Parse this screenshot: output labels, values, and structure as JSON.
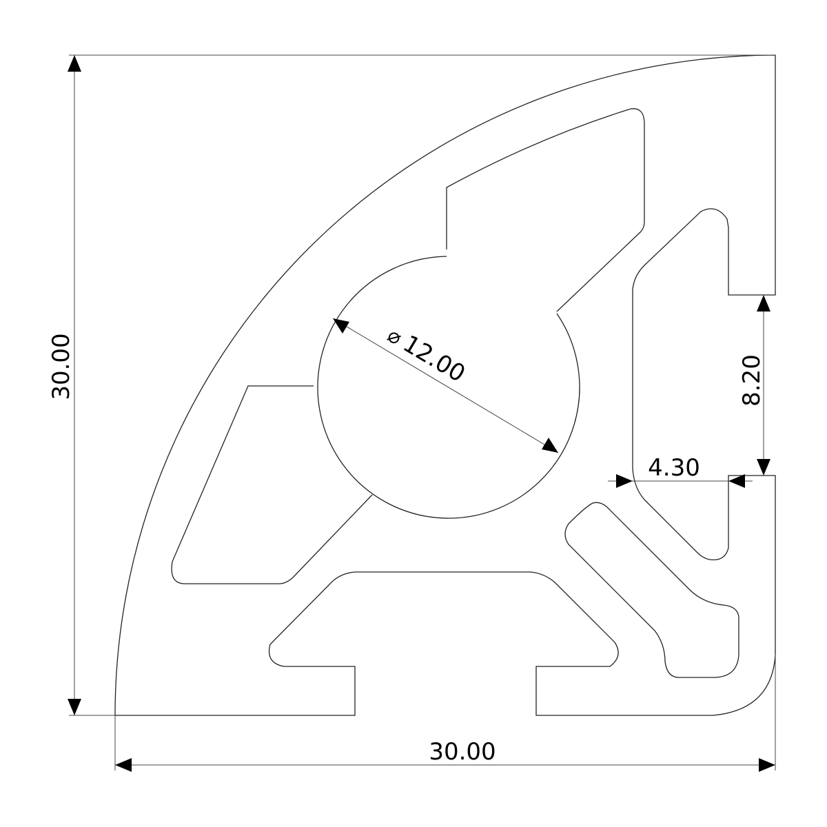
{
  "drawing": {
    "title": "Quarter-round aluminum extrusion profile",
    "dimensions": {
      "height": "30.00",
      "width": "30.00",
      "slot_height": "8.20",
      "slot_width": "4.30",
      "bore_symbol": "⌀",
      "bore_diameter": "12.00"
    },
    "colors": {
      "line": "#222222",
      "background": "#ffffff"
    }
  }
}
